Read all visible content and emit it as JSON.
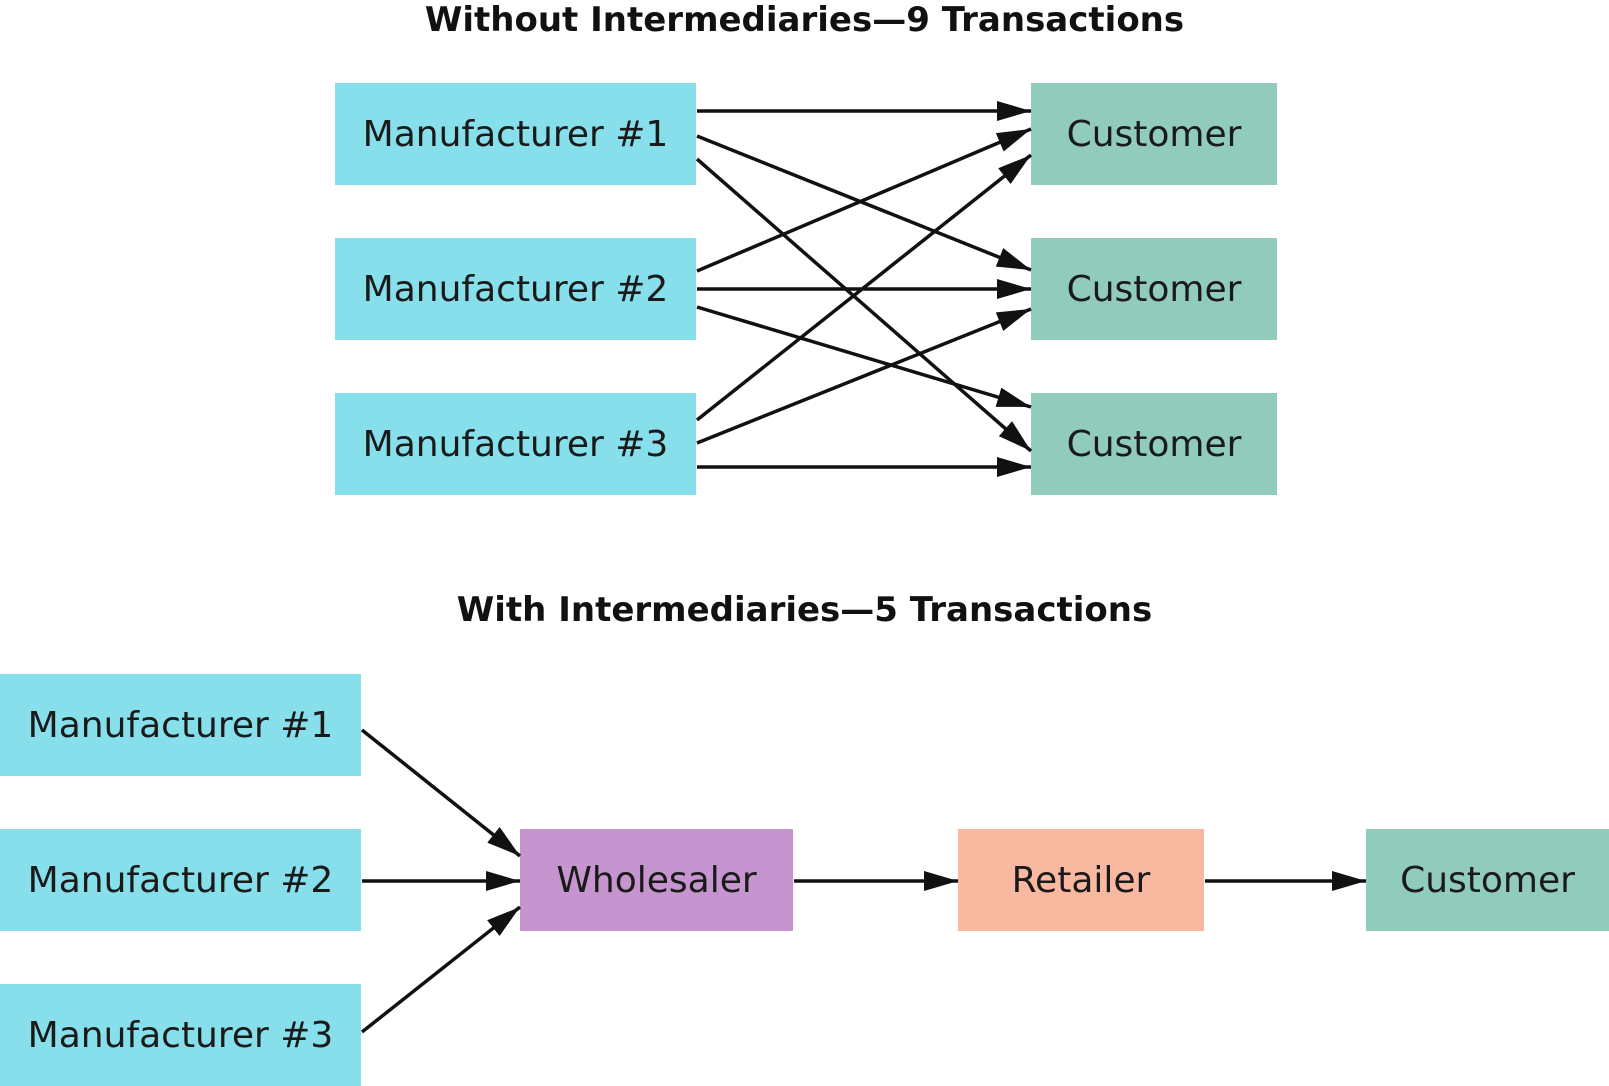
{
  "top": {
    "title": "Without Intermediaries—9 Transactions",
    "manufacturers": [
      "Manufacturer #1",
      "Manufacturer #2",
      "Manufacturer #3"
    ],
    "customers": [
      "Customer",
      "Customer",
      "Customer"
    ]
  },
  "bottom": {
    "title": "With Intermediaries—5 Transactions",
    "manufacturers": [
      "Manufacturer #1",
      "Manufacturer #2",
      "Manufacturer #3"
    ],
    "wholesaler": "Wholesaler",
    "retailer": "Retailer",
    "customer": "Customer"
  },
  "colors": {
    "manufacturer": "#87dfec",
    "customer": "#90cbbb",
    "wholesaler": "#c695cf",
    "retailer": "#f9b9a1",
    "arrow": "#111111"
  }
}
